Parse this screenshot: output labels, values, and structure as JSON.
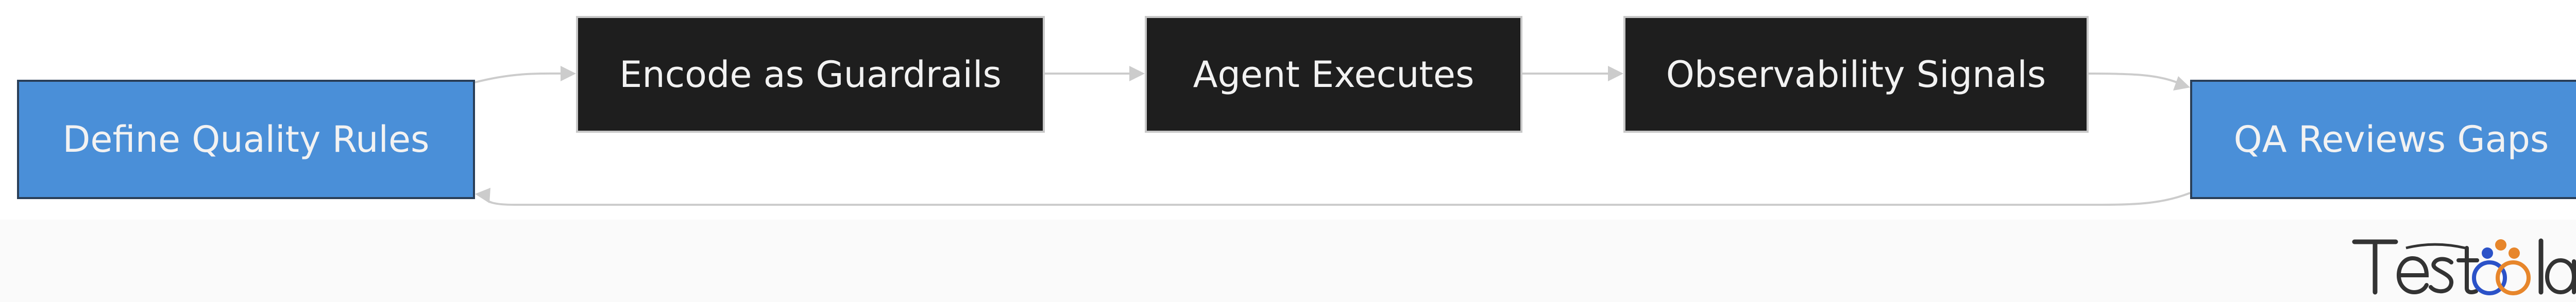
{
  "diagram": {
    "type": "flowchart",
    "nodes": [
      {
        "id": "define",
        "label": "Define Quality Rules",
        "style": "blue"
      },
      {
        "id": "encode",
        "label": "Encode as Guardrails",
        "style": "dark"
      },
      {
        "id": "agent",
        "label": "Agent Executes",
        "style": "dark"
      },
      {
        "id": "obs",
        "label": "Observability Signals",
        "style": "dark"
      },
      {
        "id": "qa",
        "label": "QA Reviews Gaps",
        "style": "blue"
      }
    ],
    "edges": [
      {
        "from": "define",
        "to": "encode"
      },
      {
        "from": "encode",
        "to": "agent"
      },
      {
        "from": "agent",
        "to": "obs"
      },
      {
        "from": "obs",
        "to": "qa"
      },
      {
        "from": "qa",
        "to": "define"
      }
    ]
  },
  "colors": {
    "blue_node": "#4a8fd8",
    "dark_node": "#1e1e1e",
    "edge": "#cccccc",
    "text": "#f2f2f2"
  },
  "logo": {
    "text": "Testcollab",
    "icon": "testcollab-logo"
  }
}
